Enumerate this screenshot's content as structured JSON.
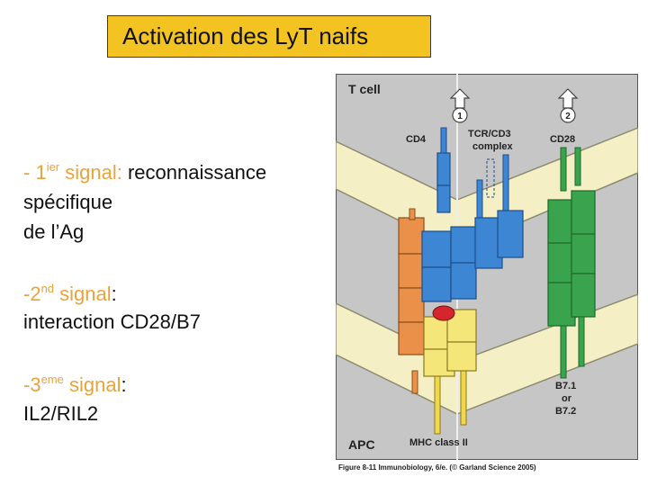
{
  "title": "Activation des LyT naifs",
  "signals": {
    "s1": {
      "prefix": "- 1",
      "sup": "ier",
      "label": " signal: ",
      "text1": "reconnaissance",
      "text2": "spécifique",
      "text3": "de l’Ag"
    },
    "s2": {
      "prefix": "-2",
      "sup": "nd",
      "label": " signal",
      "colon": ":",
      "text": " interaction CD28/B7"
    },
    "s3": {
      "prefix": "-3",
      "sup": "eme",
      "label": "  signal",
      "colon": ":",
      "text": "IL2/RIL2"
    }
  },
  "figure": {
    "t_cell": "T cell",
    "apc": "APC",
    "cd4": "CD4",
    "tcr1": "TCR/CD3",
    "tcr2": "complex",
    "cd28": "CD28",
    "mhc": "MHC class II",
    "b71": "B7.1",
    "or": "or",
    "b72": "B7.2",
    "arrow1": "1",
    "arrow2": "2",
    "caption": "Figure 8-11  Immunobiology, 6/e. (© Garland Science 2005)"
  },
  "colors": {
    "title_bg": "#f2c321",
    "signal_label": "#e8a33c",
    "membrane": "#f4efc4",
    "cd4_blue": "#3d86d4",
    "mhc_orange": "#ea9048",
    "mhc_yellow": "#f5e67a",
    "cd28_green": "#3aa34e",
    "peptide_red": "#d4262c"
  }
}
